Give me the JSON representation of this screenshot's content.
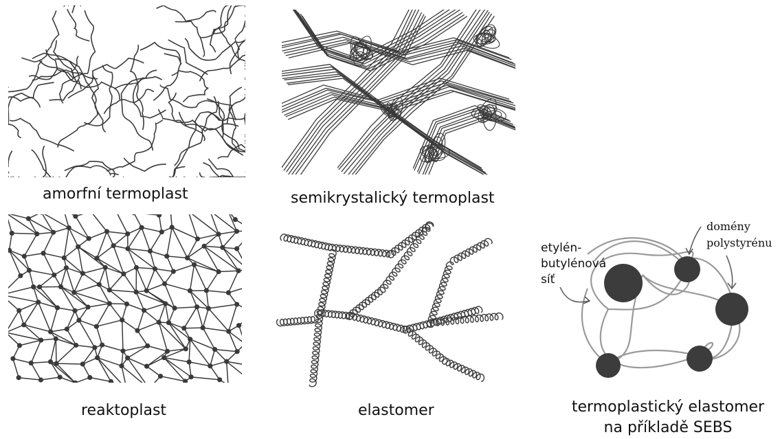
{
  "panels": {
    "amorphous": {
      "caption": "amorfní termoplast",
      "icon": "amorphous-tangle-icon"
    },
    "semicrystalline": {
      "caption": "semikrystalický termoplast",
      "icon": "semicrystalline-bundle-icon"
    },
    "thermoset": {
      "caption": "reaktoplast",
      "icon": "crosslinked-network-icon"
    },
    "elastomer": {
      "caption": "elastomer",
      "icon": "coiled-chain-icon"
    },
    "tpe": {
      "caption_line1": "termoplastický elastomer",
      "caption_line2": "na příkladě SEBS",
      "label_network_line1": "etylén-",
      "label_network_line2": "butylénová",
      "label_network_line3": "síť",
      "label_domains_line1": "domény",
      "label_domains_line2": "polystyrénu",
      "icon": "sebs-domains-icon"
    }
  },
  "colors": {
    "ink": "#3a3a3a",
    "network_gray": "#9a9a9a",
    "domain": "#3c3c3c",
    "background": "#ffffff"
  }
}
